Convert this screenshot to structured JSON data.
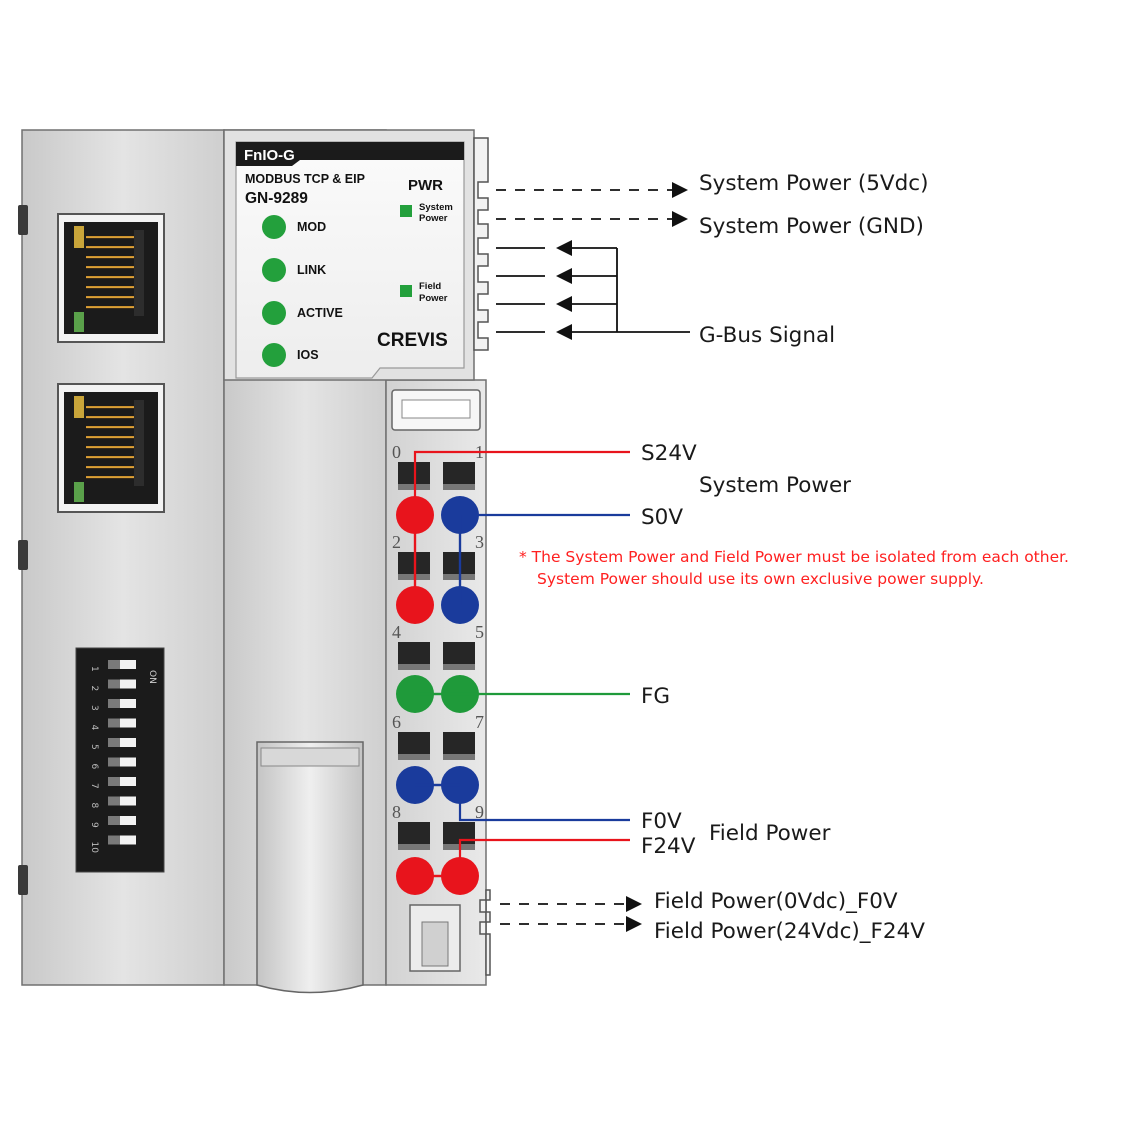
{
  "device": {
    "series": "FnIO-G",
    "protocol": "MODBUS TCP & EIP",
    "model": "GN-9289",
    "brand": "CREVIS",
    "pwr_title": "PWR",
    "leds": [
      "MOD",
      "LINK",
      "ACTIVE",
      "IOS"
    ],
    "pwr_leds": [
      {
        "line1": "System",
        "line2": "Power"
      },
      {
        "line1": "Field",
        "line2": "Power"
      }
    ],
    "dip_on": "ON",
    "dip_numbers": [
      "1",
      "2",
      "3",
      "4",
      "5",
      "6",
      "7",
      "8",
      "9",
      "10"
    ],
    "terminal_numbers": [
      "0",
      "1",
      "2",
      "3",
      "4",
      "5",
      "6",
      "7",
      "8",
      "9"
    ]
  },
  "callouts": {
    "system_power_5v": "System Power (5Vdc)",
    "system_power_gnd": "System Power (GND)",
    "gbus": "G-Bus Signal",
    "s24v": "S24V",
    "system_power": "System Power",
    "s0v": "S0V",
    "note_line1": "* The System Power and Field Power must be isolated from each other.",
    "note_line2": "System  Power  should use its own exclusive power supply.",
    "fg": "FG",
    "f0v": "F0V",
    "f24v": "F24V",
    "field_power": "Field Power",
    "field_power_0v": "Field Power(0Vdc)_F0V",
    "field_power_24v": "Field Power(24Vdc)_F24V"
  },
  "colors": {
    "red": "#e8141c",
    "blue": "#1a3b9c",
    "green": "#1f9a3a",
    "led_green": "#23a03c",
    "note": "#ff2020"
  }
}
